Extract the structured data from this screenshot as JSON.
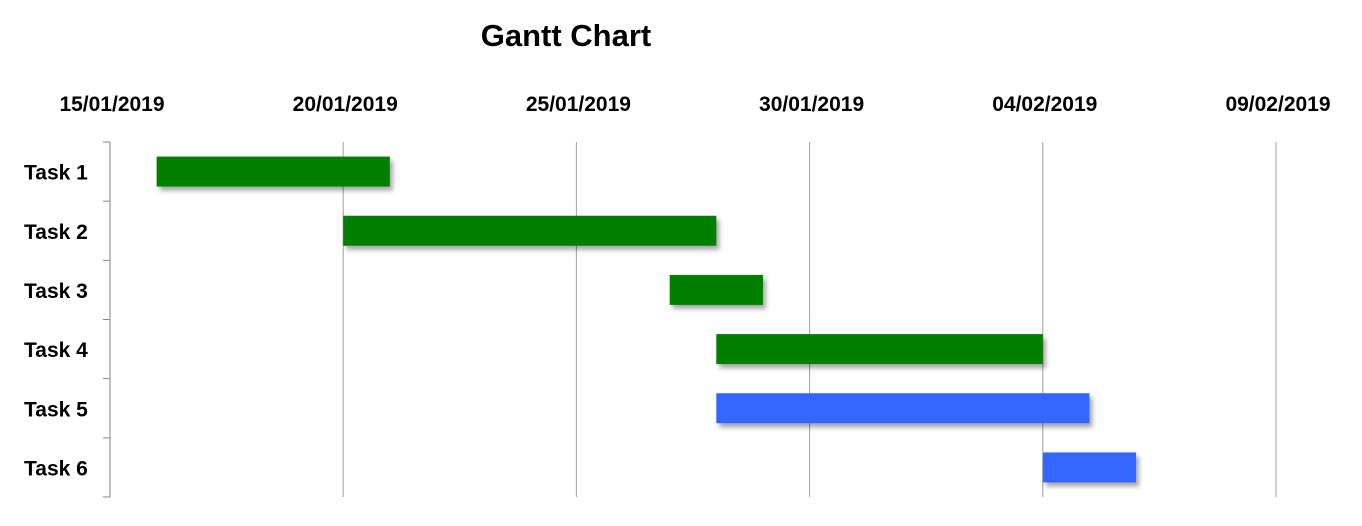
{
  "chart_data": {
    "type": "gantt",
    "title": "Gantt Chart",
    "x_axis": {
      "position": "top",
      "ticks": [
        "15/01/2019",
        "20/01/2019",
        "25/01/2019",
        "30/01/2019",
        "04/02/2019",
        "09/02/2019"
      ],
      "range": [
        "2019-01-15",
        "2019-02-09"
      ],
      "major_unit_days": 5,
      "grid": true
    },
    "tasks": [
      {
        "label": "Task 1",
        "start": "2019-01-16",
        "end": "2019-01-21",
        "duration_days": 5,
        "color": "#007f00"
      },
      {
        "label": "Task 2",
        "start": "2019-01-20",
        "end": "2019-01-28",
        "duration_days": 8,
        "color": "#007f00"
      },
      {
        "label": "Task 3",
        "start": "2019-01-27",
        "end": "2019-01-29",
        "duration_days": 2,
        "color": "#007f00"
      },
      {
        "label": "Task 4",
        "start": "2019-01-28",
        "end": "2019-02-04",
        "duration_days": 7,
        "color": "#007f00"
      },
      {
        "label": "Task 5",
        "start": "2019-01-28",
        "end": "2019-02-05",
        "duration_days": 8,
        "color": "#3366ff"
      },
      {
        "label": "Task 6",
        "start": "2019-02-04",
        "end": "2019-02-06",
        "duration_days": 2,
        "color": "#3366ff"
      }
    ]
  }
}
